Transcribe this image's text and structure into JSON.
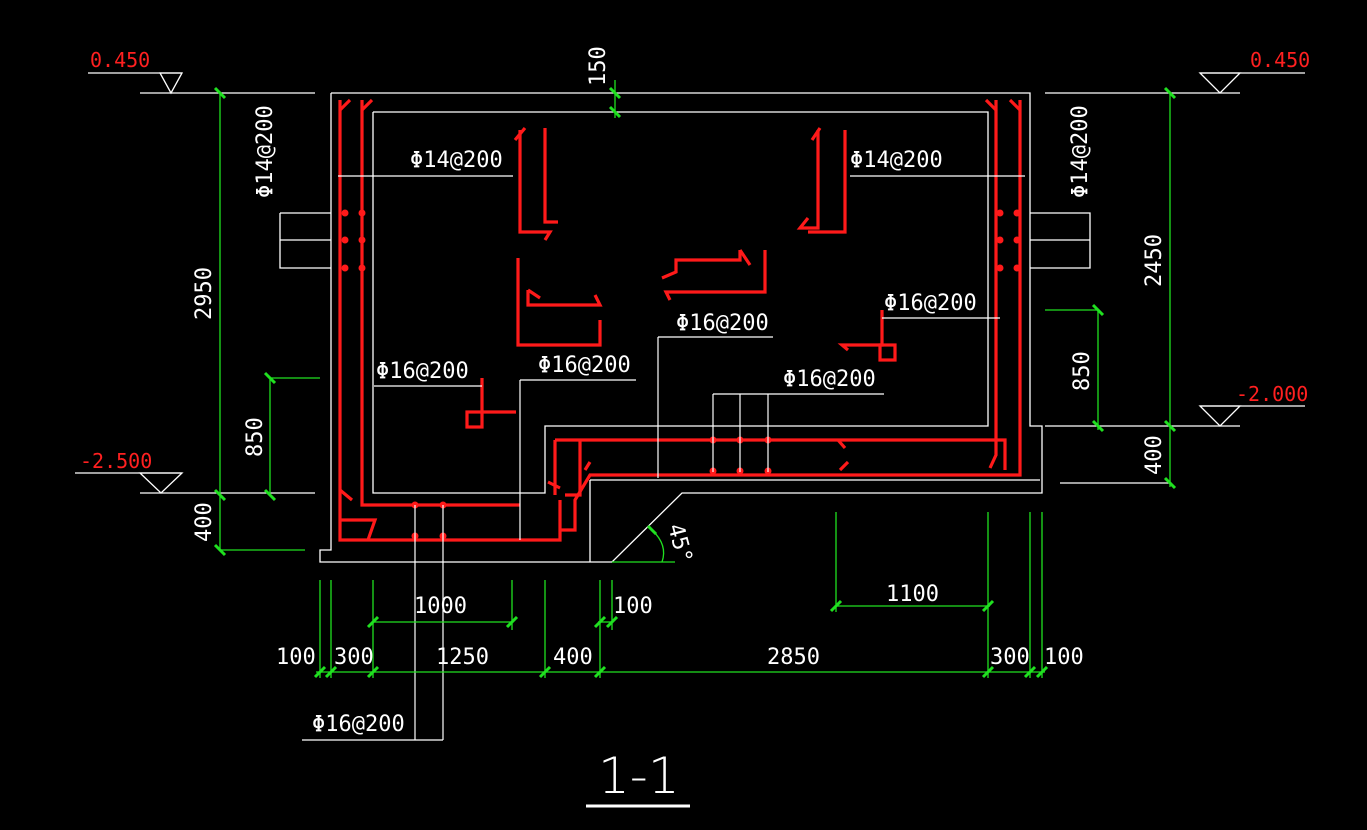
{
  "title": "1-1",
  "colors": {
    "background": "#000000",
    "outline": "#ffffff",
    "rebar": "#ff1a1a",
    "dimension": "#20e020",
    "elevation_text": "#ff2020"
  },
  "elevations": {
    "top_left": "0.450",
    "top_right": "0.450",
    "bottom_left": "-2.500",
    "mid_right": "-2.000"
  },
  "rebar_labels": {
    "left_wall_vertical": "Φ14@200",
    "right_wall_vertical": "Φ14@200",
    "top_left": "Φ14@200",
    "top_right": "Φ14@200",
    "left_lower": "Φ16@200",
    "step_center": "Φ16@200",
    "center": "Φ16@200",
    "right_middle": "Φ16@200",
    "right_lower": "Φ16@200",
    "bottom_slab": "Φ16@200"
  },
  "dimensions": {
    "top_slab": "150",
    "left_height": "2950",
    "left_850": "850",
    "left_400": "400",
    "right_height": "2450",
    "right_850": "850",
    "right_400": "400",
    "bottom_1000": "1000",
    "bottom_100_mid": "100",
    "bottom_1100": "1100",
    "bottom_100_left": "100",
    "bottom_300_left": "300",
    "bottom_1250": "1250",
    "bottom_400": "400",
    "bottom_2850": "2850",
    "bottom_300_right": "300",
    "bottom_100_right": "100",
    "angle": "45°"
  }
}
